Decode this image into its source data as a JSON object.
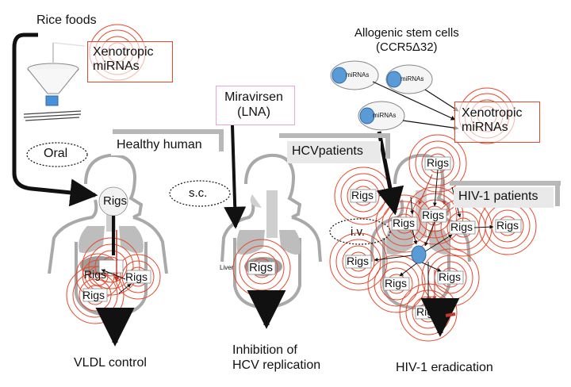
{
  "labels": {
    "rice_foods": "Rice foods",
    "xeno_left": "Xenotropic\nmiRNAs",
    "oral": "Oral",
    "healthy_human": "Healthy human",
    "sc": "s.c.",
    "miravirsen": "Miravirsen\n(LNA)",
    "hcv_patients": "HCVpatients",
    "liver": "Liver",
    "allogenic": "Allogenic stem cells",
    "ccr5": "(CCR5Δ32)",
    "mirnas_cell": "miRNAs",
    "xeno_right": "Xenotropic\nmiRNAs",
    "hiv_patients": "HIV-1 patients",
    "iv": "i.v.",
    "rigs": "Rigs",
    "vldl": "VLDL control",
    "inhibition": "Inhibition of\nHCV replication",
    "eradication": "HIV-1 eradication"
  },
  "colors": {
    "ring": "#e8462a",
    "body_outline": "#a9a9a9",
    "organ": "#bdbdbd",
    "cell_nucleus": "#5b9bd5",
    "header_shade": "#b8b8b8",
    "arrow": "#111111",
    "red_arrow": "#c0392b"
  }
}
